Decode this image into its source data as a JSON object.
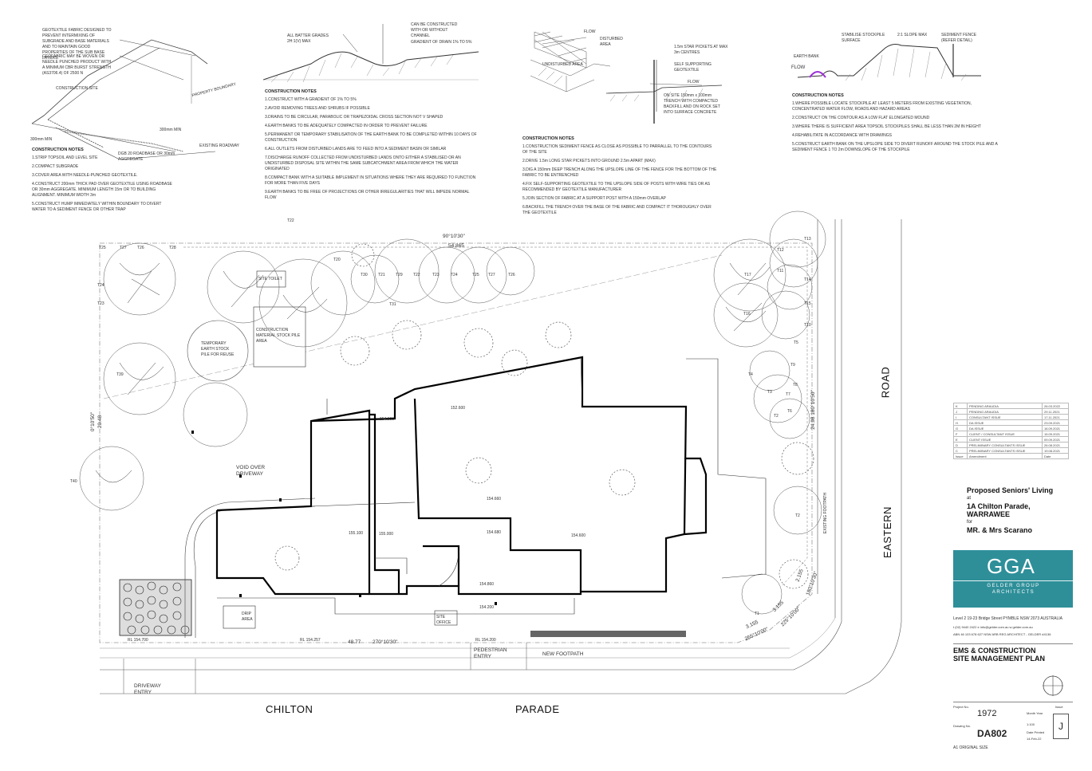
{
  "details": {
    "d1": {
      "callouts": [
        "GEOTEXTILE FABRIC DESIGNED TO PREVENT INTERMIXING OF SUBGRADE AND BASE MATERIALS AND TO MAINTAIN GOOD PROPERTIES OF THE SUB BASE LAYERS.",
        "GEOFABRIC MAY BE WOVEN OR NEEDLE PUNCHED PRODUCT WITH A MINIMUM CBR BURST STRENGTH (AS3706.4) OF 2500 N",
        "CONSTRUCTION SITE",
        "300mm MIN",
        "DGB 20 ROADBASE OR 30mm AGGREGATE",
        "EXISTING ROADWAY",
        "300mm MIN",
        "PROPERTY BOUNDARY"
      ],
      "notes_title": "CONSTRUCTION NOTES",
      "notes": [
        "1.STRIP TOPSOIL AND LEVEL SITE",
        "2.COMPACT SUBGRADE",
        "3.COVER AREA WITH NEEDLE-PUNCHED GEOTEXTILE.",
        "4.CONSTRUCT 200mm THICK PAD OVER GEOTEXTILE USING ROADBASE OR 30mm AGGREGATE. MINIMUM LENGTH 15m OR TO BUILDING ALIGNMENT. MINIMUM WIDTH 3m",
        "5.CONSTRUCT HUMP IMMEDIATELY WITHIN BOUNDARY TO DIVERT WATER TO A SEDIMENT FENCE OR OTHER TRAP"
      ]
    },
    "d2": {
      "callouts": [
        "CAN BE CONSTRUCTED WITH OR WITHOUT CHANNEL",
        "ALL BATTER GRADES 2H:1(V) MAX",
        "GRADIENT OF DRAIN 1% TO 5%"
      ],
      "notes_title": "CONSTRUCTION NOTES",
      "notes": [
        "1.CONSTRUCT WITH A GRADIENT OF 1% TO 5%",
        "2.AVOID REMOVING TREES AND SHRUBS IF POSSIBLE",
        "3.DRAINS TO BE CIRCULAR, PARABOLIC OR TRAPEZOIDAL CROSS SECTION NOT V SHAPED",
        "4.EARTH BANKS TO BE ADEQUATELY COMPACTED IN ORDER TO PREVENT FAILURE",
        "5.PERMANENT OR TEMPORARY STABILISATION OF THE EARTH BANK TO BE COMPLETED WITHIN 10 DAYS OF CONSTRUCTION",
        "6.ALL OUTLETS FROM DISTURBED LANDS ARE TO FEED INTO A SEDIMENT BASIN OR SIMILAR",
        "7.DISCHARGE RUNOFF COLLECTED FROM UNDISTURBED LANDS ONTO EITHER A STABILISED OR AN UNDISTURBED DISPOSAL SITE WITHIN THE SAME SUBCATCHMENT AREA FROM WHICH THE WATER ORIGINATED",
        "8.COMPACT BANK WITH A SUITABLE IMPLEMENT IN SITUATIONS WHERE THEY ARE REQUIRED TO FUNCTION FOR MORE THAN FIVE DAYS",
        "9.EARTH BANKS TO BE FREE OF PROJECTIONS OR OTHER IRREGULARITIES THAT WILL IMPEDE NORMAL FLOW"
      ]
    },
    "d3": {
      "callouts": [
        "FLOW",
        "DISTURBED AREA",
        "UNDISTURBED AREA",
        "1.5m STAR PICKETS AT MAX 3m CENTRES",
        "SELF SUPPORTING GEOTEXTILE",
        "FLOW",
        "ON SITE 150mm x 100mm TRENCH WITH COMPACTED BACKFILL AND ON ROCK SET INTO SURFACE CONCRETE"
      ],
      "notes_title": "CONSTRUCTION NOTES",
      "notes": [
        "1.CONSTRUCTION SEDIMENT FENCE AS CLOSE AS POSSIBLE TO PARRALLEL TO THE CONTOURS OF THE SITE",
        "2.DRIVE 1.5m LONG STAR PICKETS INTO GROUND 2.5m APART (MAX)",
        "3.DIG A 150mm DEEP TRENCH ALONG THE UPSLOPE LINE OF THE FENCE FOR THE BOTTOM OF THE FABRIC TO BE ENTRENCHED",
        "4.FIX SELF-SUPPORTING GEOTEXTILE TO THE UPSLOPE SIDE OF POSTS WITH WIRE TIES OR AS RECOMMENDED BY GEOTEXTILE MANUFACTURER",
        "5.JOIN SECTION OF FABRIC AT A SUPPORT POST WITH A 150mm OVERLAP",
        "6.BACKFILL THE TRENCH OVER THE BASE OF THE FABRIC AND COMPACT IT THOROUGHLY OVER THE GEOTEXTILE"
      ]
    },
    "d4": {
      "callouts": [
        "STABILISE STOCKPILE SURFACE",
        "2:1 SLOPE MAX",
        "SEDIMENT FENCE (REFER DETAIL)",
        "EARTH BANK",
        "FLOW"
      ],
      "notes_title": "CONSTRUCTION NOTES",
      "notes": [
        "1.WHERE POSSIBLE LOCATE STOCKPILE AT LEAST 5 METERS FROM EXISTING VEGETATION, CONCENTRATED WATER FLOW, ROADS AND HAZARD AREAS",
        "2.CONSTRUCT ON THE CONTOUR AS A LOW FLAT ELONGATED MOUND",
        "3.WHERE THERE IS SUFFICIENT AREA TOPSOIL STOCKPILES SHALL BE LESS THAN 2M IN HEIGHT",
        "4.REHABILITATE IN ACCORDANCE WITH DRAWINGS",
        "5.CONSTRUCT EARTH BANK ON THE UPSLOPE SIDE TO DIVERT RUNOFF AROUND THE STOCK PILE AND A SEDIMENT FENCE 1 TO 2m DOWNSLOPE OF THE STOCKPILE"
      ]
    }
  },
  "plan": {
    "bearings": {
      "north": "90°10'30\"",
      "north_len": "54.865",
      "west": "0°10'50\"",
      "west_len": "20.48",
      "east": "24.98 180°10'50\"",
      "south_len": "48.77",
      "south": "270°10'30\"",
      "se1": "2.155",
      "se1b": "180°10'30\"",
      "se2": "3.155",
      "se2b": "225°10'00\"",
      "se3": "3.155",
      "se3b": "255°10'00\""
    },
    "trees": [
      "T25",
      "T27",
      "T26",
      "T28",
      "T22",
      "T20",
      "T24",
      "T23",
      "T30",
      "T21",
      "T29",
      "T22",
      "T23",
      "T24",
      "T25",
      "T27",
      "T26",
      "T31",
      "T39",
      "T40",
      "T17",
      "T16",
      "T13",
      "T12",
      "T11",
      "T14",
      "T15",
      "T10",
      "T9",
      "T8",
      "T4",
      "T3",
      "T7",
      "T6",
      "T2",
      "T5",
      "T1",
      "T2"
    ],
    "labels": {
      "site_toilet": "SITE TOILET",
      "materials": "CONSTRUCTION MATERIAL STOCK PILE AREA",
      "earth_stock": "TEMPORARY EARTH STOCK PILE FOR REUSE",
      "void": "VOID OVER DRIVEWAY",
      "drip": "DRIP AREA",
      "site_office": "SITE OFFICE",
      "existing_footpath": "EXISTING FOOTPATH",
      "pedestrian": "PEDESTRIAN ENTRY",
      "new_footpath": "NEW FOOTPATH",
      "driveway": "DRIVEWAY ENTRY"
    },
    "rls": [
      "RL 154.700",
      "RL 154.257",
      "RL 154.200",
      "154.600",
      "152.600",
      "154.660",
      "155.100",
      "155.000",
      "154.680",
      "154.600",
      "154.860",
      "154.200"
    ],
    "roads": {
      "chilton": "CHILTON",
      "parade": "PARADE",
      "eastern": "EASTERN",
      "road": "ROAD"
    }
  },
  "title_block": {
    "revisions": [
      [
        "K",
        "PENDING ARAUDIA",
        "26.03.2022"
      ],
      [
        "J",
        "PENDING ARAUDIA",
        "29.11.2021"
      ],
      [
        "I",
        "CONSULTANT ISSUE",
        "17.11.2021"
      ],
      [
        "H",
        "DA ISSUE",
        "23.09.2021"
      ],
      [
        "G",
        "DA ISSUE",
        "16.09.2021"
      ],
      [
        "F",
        "CLIENT / CONSULTANT ISSUE",
        "15.09.2021"
      ],
      [
        "E",
        "CLIENT ISSUE",
        "09.09.2021"
      ],
      [
        "D",
        "PRELIMINARY CONSULTANTS ISSUE",
        "26.08.2021"
      ],
      [
        "C",
        "PRELIMINARY CONSULTANTS ISSUE",
        "19.08.2021"
      ],
      [
        "Issue",
        "Amendment",
        "Date"
      ]
    ],
    "project": "Proposed Seniors' Living",
    "at": "at",
    "address1": "1A Chilton Parade,",
    "address2": "WARRAWEE",
    "for": "for",
    "client": "MR. & Mrs Scarano",
    "logo": "GGA",
    "logo_sub": "GELDER GROUP ARCHITECTS",
    "contact1": "Level 2 19-23 Bridge Street PYMBLE NSW 2073 AUSTRALIA",
    "contact2": "t (02) 9440 2422   e info@gelder.com.au   w gelder.com.au",
    "contact3": "ABN 46 103 678 627   NSW ARB REG ARCHITECT - GELDER #4136",
    "drawing_title1": "EMS & CONSTRUCTION",
    "drawing_title2": "SITE MANAGEMENT PLAN",
    "project_no_label": "Project No.",
    "project_no": "1972",
    "month_label": "Month Year",
    "scale": "1:100",
    "drawing_no_label": "Drawing No.",
    "drawing_no": "DA802",
    "date_label": "Date Printed",
    "date": "14-Feb-22",
    "issue_label": "Issue",
    "issue": "J",
    "footer": "A1 ORIGINAL SIZE"
  }
}
